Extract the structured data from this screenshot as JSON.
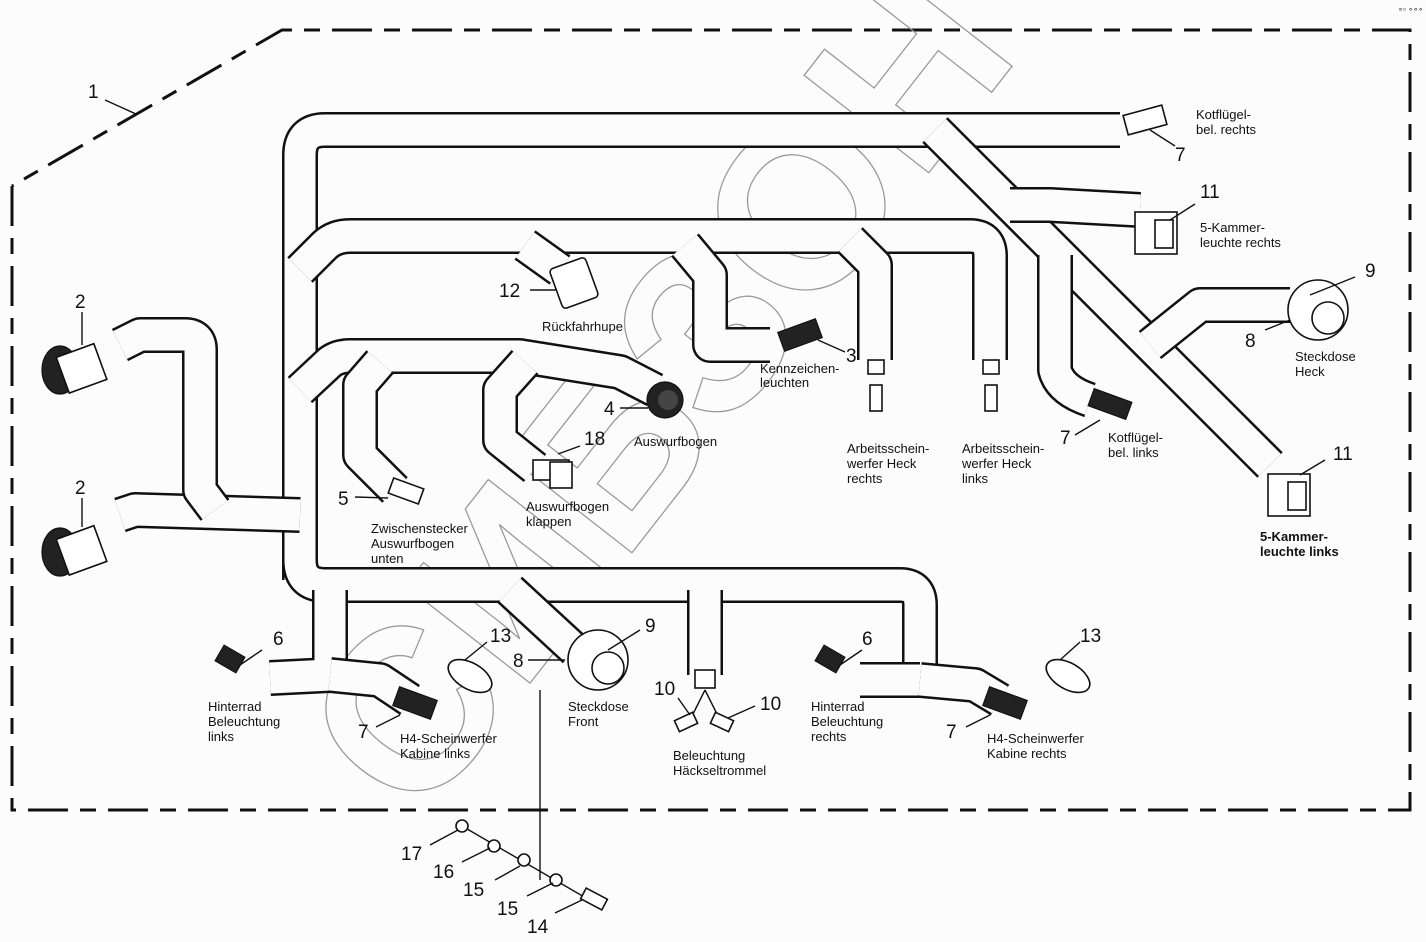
{
  "diagram": {
    "type": "parts-exploded-view",
    "subject": "wiring-harness",
    "watermark_text": "СИБЗОН",
    "corner_marks": "∘▫ ∘∘∘",
    "callouts": [
      {
        "id": "c1",
        "number": "1",
        "label_lines": []
      },
      {
        "id": "c2a",
        "number": "2",
        "label_lines": []
      },
      {
        "id": "c2b",
        "number": "2",
        "label_lines": []
      },
      {
        "id": "c3",
        "number": "3",
        "label_lines": [
          "Kennzeichen-",
          "leuchten"
        ]
      },
      {
        "id": "c4",
        "number": "4",
        "label_lines": [
          "Auswurfbogen"
        ]
      },
      {
        "id": "c5",
        "number": "5",
        "label_lines": [
          "Zwischenstecker",
          "Auswurfbogen",
          "unten"
        ]
      },
      {
        "id": "c6a",
        "number": "6",
        "label_lines": [
          "Hinterrad",
          "Beleuchtung",
          "links"
        ]
      },
      {
        "id": "c6b",
        "number": "6",
        "label_lines": [
          "Hinterrad",
          "Beleuchtung",
          "rechts"
        ]
      },
      {
        "id": "c7a",
        "number": "7",
        "label_lines": [
          "Kotflügel-",
          "bel. rechts"
        ]
      },
      {
        "id": "c7b",
        "number": "7",
        "label_lines": [
          "Kotflügel-",
          "bel. links"
        ]
      },
      {
        "id": "c7c",
        "number": "7",
        "label_lines": [
          "H4-Scheinwerfer",
          "Kabine links"
        ]
      },
      {
        "id": "c7d",
        "number": "7",
        "label_lines": [
          "H4-Scheinwerfer",
          "Kabine rechts"
        ]
      },
      {
        "id": "c8a",
        "number": "8",
        "label_lines": [
          "Steckdose",
          "Heck"
        ]
      },
      {
        "id": "c8b",
        "number": "8",
        "label_lines": [
          "Steckdose",
          "Front"
        ]
      },
      {
        "id": "c9a",
        "number": "9",
        "label_lines": []
      },
      {
        "id": "c9b",
        "number": "9",
        "label_lines": []
      },
      {
        "id": "c10a",
        "number": "10",
        "label_lines": [
          "Beleuchtung",
          "Häckseltrommel"
        ]
      },
      {
        "id": "c10b",
        "number": "10",
        "label_lines": []
      },
      {
        "id": "c11a",
        "number": "11",
        "label_lines": [
          "5-Kammer-",
          "leuchte rechts"
        ]
      },
      {
        "id": "c11b",
        "number": "11",
        "label_lines": [
          "5-Kammer-",
          "leuchte links"
        ]
      },
      {
        "id": "c12",
        "number": "12",
        "label_lines": [
          "Rückfahrhupe"
        ]
      },
      {
        "id": "c13a",
        "number": "13",
        "label_lines": []
      },
      {
        "id": "c13b",
        "number": "13",
        "label_lines": []
      },
      {
        "id": "c14",
        "number": "14",
        "label_lines": []
      },
      {
        "id": "c15a",
        "number": "15",
        "label_lines": []
      },
      {
        "id": "c15b",
        "number": "15",
        "label_lines": []
      },
      {
        "id": "c16",
        "number": "16",
        "label_lines": []
      },
      {
        "id": "c17",
        "number": "17",
        "label_lines": []
      },
      {
        "id": "c18",
        "number": "18",
        "label_lines": [
          "Auswurfbogen",
          "klappen"
        ]
      }
    ],
    "work_lights": [
      {
        "label_lines": [
          "Arbeitsschein-",
          "werfer Heck",
          "rechts"
        ]
      },
      {
        "label_lines": [
          "Arbeitsschein-",
          "werfer Heck",
          "links"
        ]
      }
    ]
  }
}
